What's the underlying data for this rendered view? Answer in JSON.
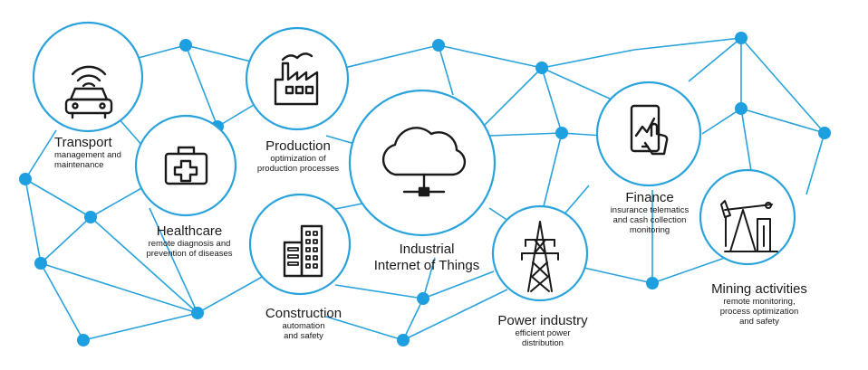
{
  "colors": {
    "network_line": "#2aa3dd",
    "node_fill": "#1e9fe0",
    "circle_stroke": "#2aa3dd",
    "icon_stroke": "#1a1a1a",
    "text": "#1a1a1a"
  },
  "center": {
    "title_line1": "Industrial",
    "title_line2": "Internet of Things",
    "icon": "cloud-network-icon"
  },
  "sectors": {
    "transport": {
      "title": "Transport",
      "sub1": "management and",
      "sub2": "maintenance",
      "icon": "connected-car-icon"
    },
    "healthcare": {
      "title": "Healthcare",
      "sub1": "remote diagnosis and",
      "sub2": "prevention of diseases",
      "icon": "first-aid-kit-icon"
    },
    "production": {
      "title": "Production",
      "sub1": "optimization of",
      "sub2": "production processes",
      "icon": "factory-icon"
    },
    "construction": {
      "title": "Construction",
      "sub1": "automation",
      "sub2": "and safety",
      "icon": "building-icon"
    },
    "power": {
      "title": "Power industry",
      "sub1": "efficient power",
      "sub2": "distribution",
      "icon": "power-tower-icon"
    },
    "finance": {
      "title": "Finance",
      "sub1": "insurance telematics",
      "sub2": "and cash collection",
      "sub3": "monitoring",
      "icon": "tablet-touch-icon"
    },
    "mining": {
      "title": "Mining activities",
      "sub1": "remote monitoring,",
      "sub2": "process optimization",
      "sub3": "and safety",
      "icon": "oil-pump-icon"
    }
  }
}
